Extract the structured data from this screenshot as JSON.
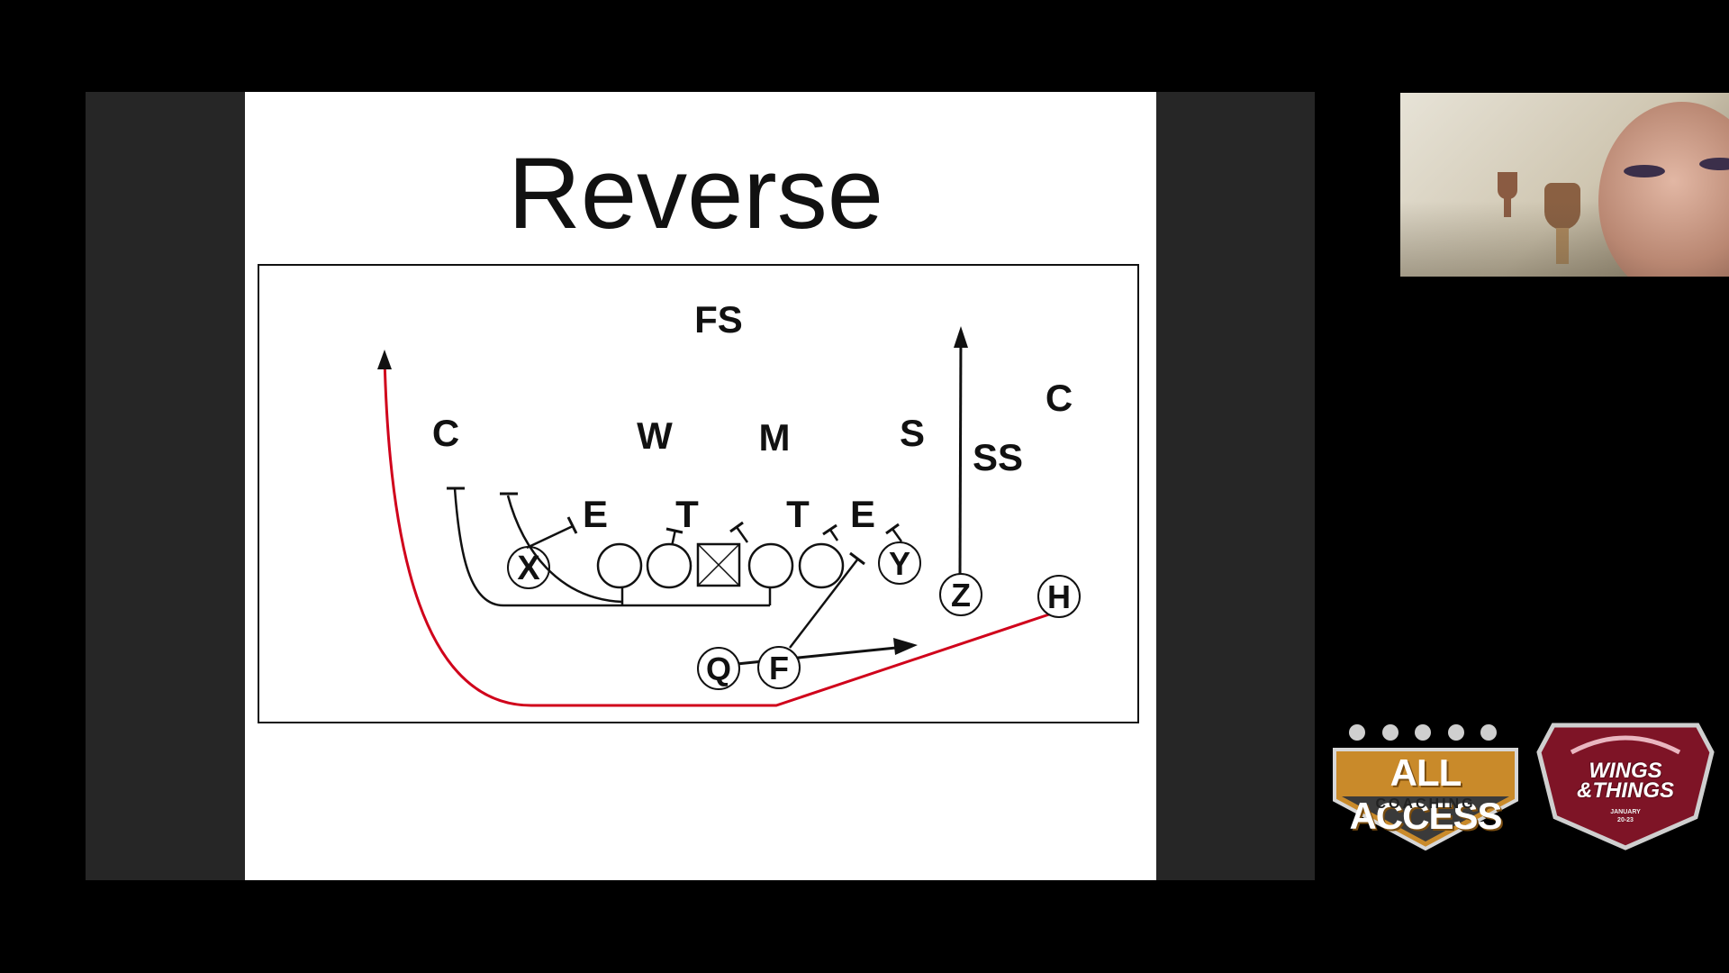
{
  "slide": {
    "title": "Reverse"
  },
  "play": {
    "defense": {
      "fs": "FS",
      "c_left": "C",
      "w": "W",
      "m": "M",
      "s": "S",
      "ss": "SS",
      "c_right": "C",
      "e_left": "E",
      "t_left": "T",
      "t_right": "T",
      "e_right": "E"
    },
    "offense": {
      "x": "X",
      "y": "Y",
      "z": "Z",
      "h": "H",
      "q": "Q",
      "f": "F"
    },
    "colors": {
      "ink": "#111111",
      "reverse_route": "#d0021b"
    }
  },
  "logos": {
    "all_access": {
      "line1": "ALL ACCESS",
      "line2": "COACHING",
      "accent": "#c98a2a"
    },
    "wings": {
      "line1": "WINGS",
      "line2": "&THINGS",
      "date_line1": "JANUARY",
      "date_line2": "20-23",
      "accent": "#7e1426"
    }
  },
  "webcam": {
    "icon": "presenter-video-feed"
  }
}
